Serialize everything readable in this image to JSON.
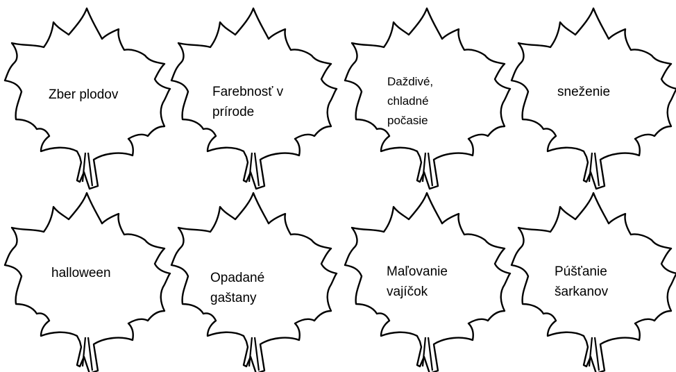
{
  "leaves": [
    {
      "label": "Zber plodov"
    },
    {
      "label": "Farebnosť v prírode"
    },
    {
      "label": "Daždivé, chladné počasie"
    },
    {
      "label": "sneženie"
    },
    {
      "label": "halloween"
    },
    {
      "label": "Opadané gaštany"
    },
    {
      "label": "Maľovanie vajíčok"
    },
    {
      "label": "Púšťanie šarkanov"
    }
  ]
}
